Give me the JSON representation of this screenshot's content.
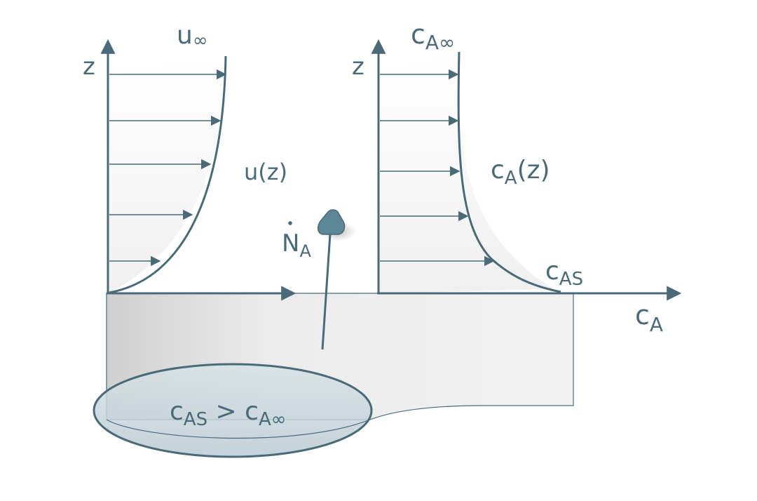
{
  "labels": {
    "z_left": "z",
    "z_right": "z",
    "u_inf_base": "u",
    "u_inf_sub": "∞",
    "u_z": "u(z)",
    "ca_inf_base": "c",
    "ca_inf_sub": "A∞",
    "ca_z_base": "c",
    "ca_z_sub": "A",
    "ca_z_tail": "(z)",
    "cas_base": "c",
    "cas_sub": "AS",
    "ca_axis_base": "c",
    "ca_axis_sub": "A",
    "na_base": "N",
    "na_sub": "A",
    "cond_base1": "c",
    "cond_sub1": "AS",
    "cond_op": " > ",
    "cond_base2": "c",
    "cond_sub2": "A∞"
  },
  "colors": {
    "stroke": "#4a6a78",
    "slab": "#efefef",
    "ellipse": "#c9d7dc"
  }
}
